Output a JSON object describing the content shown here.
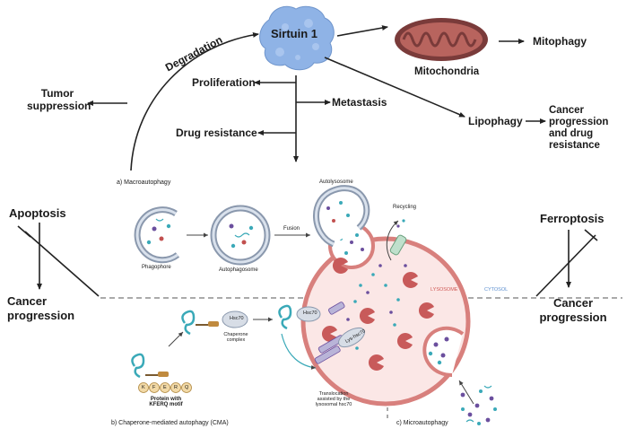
{
  "labels": {
    "sirtuin": "Sirtuin 1",
    "mitochondria": "Mitochondria",
    "mitophagy": "Mitophagy",
    "degradation": "Degradation",
    "tumor_suppression_1": "Tumor",
    "tumor_suppression_2": "suppression",
    "proliferation": "Proliferation",
    "metastasis": "Metastasis",
    "drug_resistance": "Drug resistance",
    "lipophagy": "Lipophagy",
    "cancer_prog_drug_1": "Cancer",
    "cancer_prog_drug_2": "progression",
    "cancer_prog_drug_3": "and drug",
    "cancer_prog_drug_4": "resistance",
    "apoptosis": "Apoptosis",
    "cancer_prog_left_1": "Cancer",
    "cancer_prog_left_2": "progression",
    "ferroptosis": "Ferroptosis",
    "cancer_prog_right_1": "Cancer",
    "cancer_prog_right_2": "progression",
    "macroautophagy": "a) Macroautophagy",
    "phagophore": "Phagophore",
    "autophagosome": "Autophagosome",
    "fusion": "Fusion",
    "autolysosome": "Autolysosome",
    "recycling": "Recycling",
    "lysosome": "LYSOSOME",
    "cytosol": "CYTOSOL",
    "hsc70": "Hsc70",
    "hsc70_b": "Hsc70",
    "lys_hsc70": "Lys-hsc70",
    "chaperone_1": "Chaperone",
    "chaperone_2": "complex",
    "protein_1": "Protein with",
    "protein_2": "KFERQ motif",
    "kferq": [
      "K",
      "F",
      "E",
      "R",
      "Q"
    ],
    "translocation_1": "Translocation",
    "translocation_2": "assisted by the",
    "translocation_3": "lysosomal hsc70",
    "cma": "b) Chaperone-mediated autophagy (CMA)",
    "microautophagy": "c) Microautophagy"
  },
  "colors": {
    "arrow": "#222222",
    "sirtuin": "#8fb3e6",
    "mito_outer": "#7a3b3a",
    "mito_inner": "#b8645e",
    "lysosome_fill": "#fbe7e6",
    "lysosome_edge": "#d8807d",
    "vesicle_edge": "#8a98ad",
    "vesicle_fill": "#d9e1ec",
    "cargo_teal": "#3aa9b8",
    "cargo_purple": "#6b4f9e",
    "cargo_red": "#c2504f",
    "lysosome_label": "#d05a57",
    "cytosol_label": "#5c8fd0",
    "kferq_fill": "#f2d9a6"
  }
}
